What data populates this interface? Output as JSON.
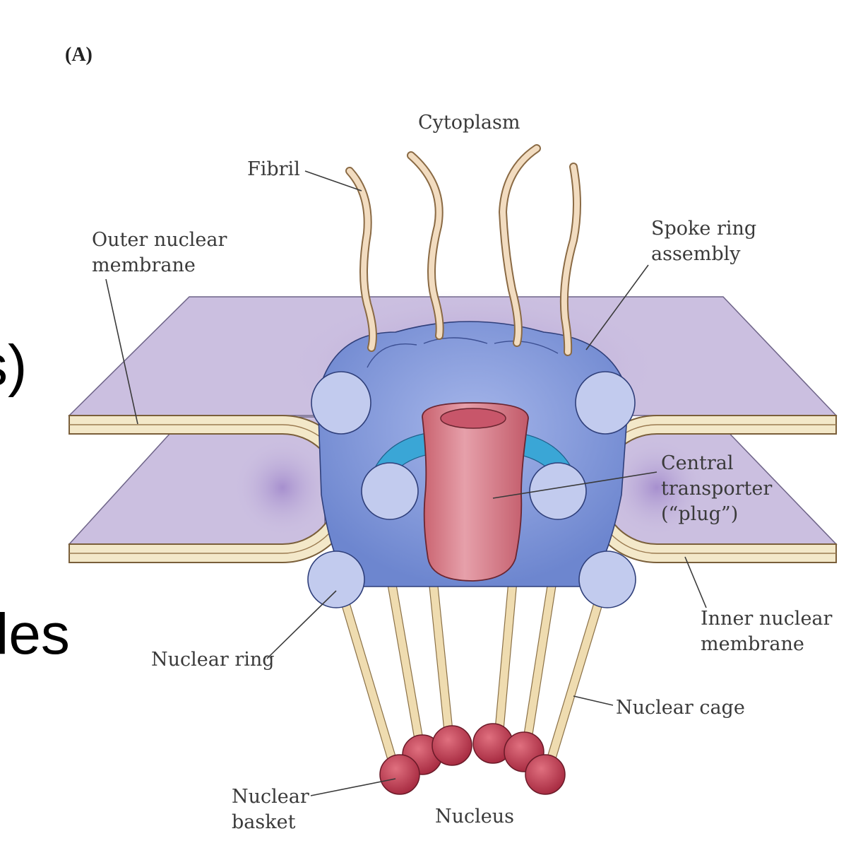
{
  "panel_label": "(A)",
  "slide_fragments": {
    "upper": "s)",
    "lower": "les"
  },
  "labels": {
    "cytoplasm": "Cytoplasm",
    "fibril": "Fibril",
    "outer_membrane": [
      "Outer nuclear",
      "membrane"
    ],
    "spoke_ring": [
      "Spoke ring",
      "assembly"
    ],
    "central_transporter": [
      "Central",
      "transporter",
      "(“plug”)"
    ],
    "inner_membrane": [
      "Inner nuclear",
      "membrane"
    ],
    "nuclear_ring": "Nuclear ring",
    "nuclear_cage": "Nuclear cage",
    "nuclear_basket": [
      "Nuclear",
      "basket"
    ],
    "nucleus": "Nucleus"
  },
  "colors": {
    "membrane_fill": "#cbbfe0",
    "membrane_edge": "#f3e8c9",
    "membrane_stroke": "#7a5f3a",
    "spoke_blue": "#7e95d6",
    "spoke_light": "#bcc6ec",
    "inner_cyan": "#3aa6d6",
    "plug_pink": "#d98290",
    "fibril": "#f2dcc0",
    "cage_rod": "#efdcb0",
    "basket_bead": "#b8384c"
  }
}
